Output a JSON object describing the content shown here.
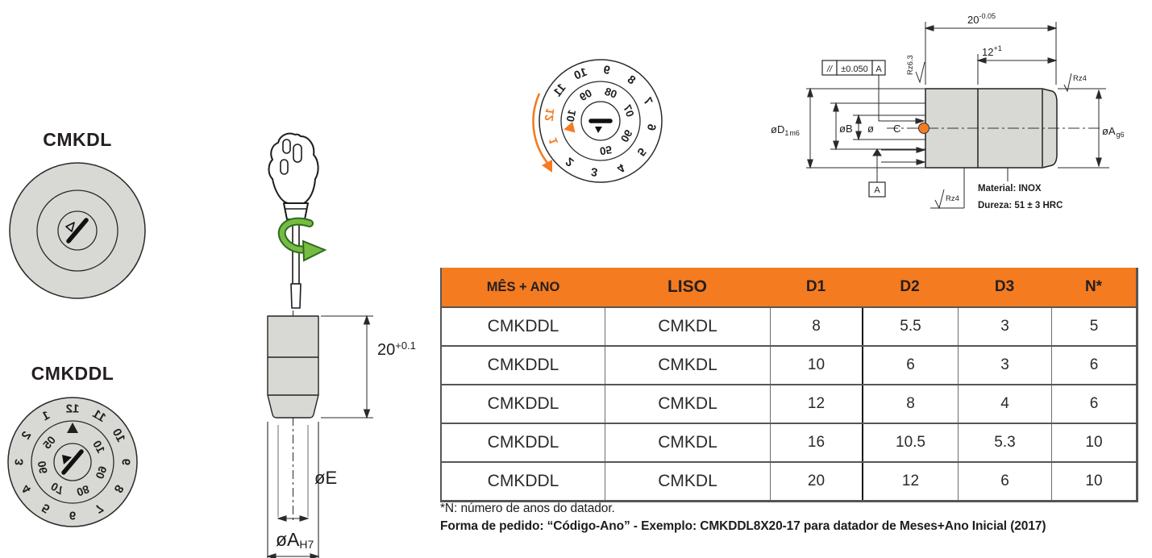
{
  "colors": {
    "orange": "#f47b20",
    "gray_fill": "#d8d8d5",
    "line": "#2a2a2a",
    "text": "#1f1f1f",
    "green": "#76bc43",
    "green_dark": "#2f6b1f",
    "table_border": "#55565a"
  },
  "headings": {
    "dial1": "CMKDL",
    "dial2": "CMKDDL"
  },
  "dials": {
    "months": [
      "12",
      "1",
      "2",
      "3",
      "4",
      "5",
      "6",
      "7",
      "8",
      "9",
      "10",
      "11"
    ],
    "years": [
      "05",
      "06",
      "07",
      "08",
      "09",
      "10"
    ],
    "instruction_highlight": [
      "12",
      "1"
    ]
  },
  "pin": {
    "dim": "20",
    "dim_tol": "+0.1",
    "dia_e": "øE",
    "dia_a": "øA",
    "dia_a_fit": "H7"
  },
  "drawing": {
    "dim_len": "20",
    "dim_len_tol": "-0.05",
    "dim_insert": "12",
    "dim_insert_tol": "+1",
    "rz_left": "Rz6.3",
    "rz_top": "Rz4",
    "rz_bottom": "Rz4",
    "par_sym": "//",
    "par_tol": "±0.050",
    "par_datum": "A",
    "datum": "A",
    "d1": "øD",
    "d1_sub": "1",
    "d1_fit": "m6",
    "b": "øB",
    "o": "ø",
    "c": "C",
    "a": "øA",
    "a_fit": "g6",
    "material": "Material: INOX",
    "hardness": "Dureza: 51 ± 3 HRC"
  },
  "table": {
    "headers": [
      "MÊS + ANO",
      "LISO",
      "D1",
      "D2",
      "D3",
      "N*"
    ],
    "rows": [
      [
        "CMKDDL",
        "CMKDL",
        "8",
        "5.5",
        "3",
        "5"
      ],
      [
        "CMKDDL",
        "CMKDL",
        "10",
        "6",
        "3",
        "6"
      ],
      [
        "CMKDDL",
        "CMKDL",
        "12",
        "8",
        "4",
        "6"
      ],
      [
        "CMKDDL",
        "CMKDL",
        "16",
        "10.5",
        "5.3",
        "10"
      ],
      [
        "CMKDDL",
        "CMKDL",
        "20",
        "12",
        "6",
        "10"
      ]
    ]
  },
  "notes": {
    "n_note": "*N: número de anos do datador.",
    "order_note": "Forma de pedido: “Código-Ano” - Exemplo: CMKDDL8X20-17 para datador de Meses+Ano Inicial (2017)"
  }
}
